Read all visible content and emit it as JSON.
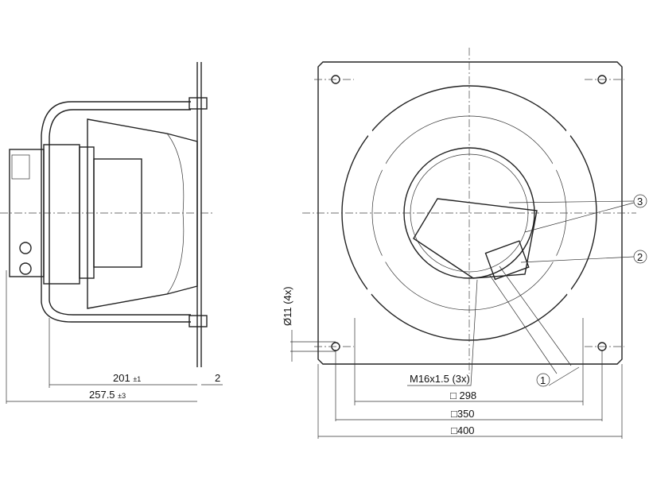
{
  "side_view": {
    "dim_201": "201",
    "dim_201_tol": "±1",
    "dim_2": "2",
    "dim_257": "257.5",
    "dim_257_tol": "±3"
  },
  "front_view": {
    "hole_dim": "Ø11 (4x)",
    "thread_label": "M16x1.5 (3x)",
    "dim_298": "□ 298",
    "dim_350": "□350",
    "dim_400": "□400",
    "callouts": [
      "1",
      "2",
      "3"
    ]
  }
}
